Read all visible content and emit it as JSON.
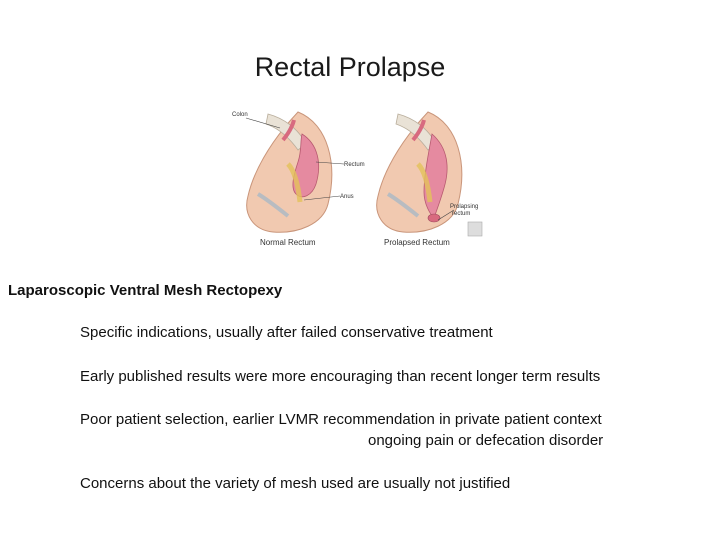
{
  "slide": {
    "title": "Rectal Prolapse",
    "figure": {
      "labels": {
        "colon": "Colon",
        "rectum": "Rectum",
        "anus": "Anus",
        "prolapsing_rectum": "Prolapsing",
        "prolapsing_rectum_2": "rectum",
        "normal_caption": "Normal Rectum",
        "prolapsed_caption": "Prolapsed Rectum"
      }
    },
    "subtitle": "Laparoscopic Ventral Mesh Rectopexy",
    "bullets": [
      "Specific indications, usually after failed conservative treatment",
      "Early published results were more encouraging than recent longer term results",
      "Poor patient selection, earlier LVMR recommendation in private patient context",
      "ongoing pain or defecation disorder",
      "Concerns about the variety of mesh used are usually not justified"
    ]
  },
  "colors": {
    "skin": "#f1c9b0",
    "bowel": "#e58aa0",
    "bone": "#e9e2d6",
    "text": "#111111"
  }
}
